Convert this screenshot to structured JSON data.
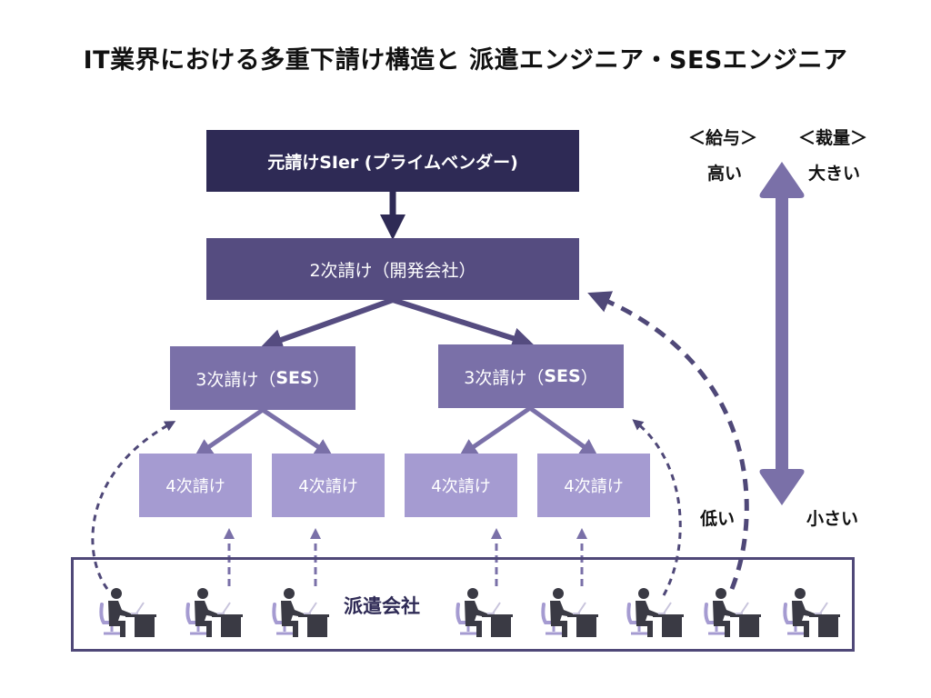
{
  "title": "IT業界における多重下請け構造と 派遣エンジニア・SESエンジニア",
  "hierarchy": {
    "level1": "元請けSIer (プライムベンダー)",
    "level2": "2次請け（開発会社）",
    "level3": [
      {
        "label_pre": "3次請け（",
        "label_bold": "SES",
        "label_post": "）"
      },
      {
        "label_pre": "3次請け（",
        "label_bold": "SES",
        "label_post": "）"
      }
    ],
    "level4": [
      "4次請け",
      "4次請け",
      "4次請け",
      "4次請け"
    ]
  },
  "dispatch_company": {
    "label": "派遣会社",
    "worker_count": 8
  },
  "scale": {
    "salary_header": "＜給与＞",
    "discretion_header": "＜裁量＞",
    "salary_high": "高い",
    "salary_low": "低い",
    "discretion_high": "大きい",
    "discretion_low": "小さい"
  },
  "colors": {
    "level1": "#2e2a55",
    "level2": "#554c80",
    "level3": "#7a70a8",
    "level4": "#a59bd1",
    "border": "#4f4878",
    "scale_arrow": "#7a70a8",
    "worker_body": "#3a3a44",
    "worker_chair": "#a59bd1"
  }
}
